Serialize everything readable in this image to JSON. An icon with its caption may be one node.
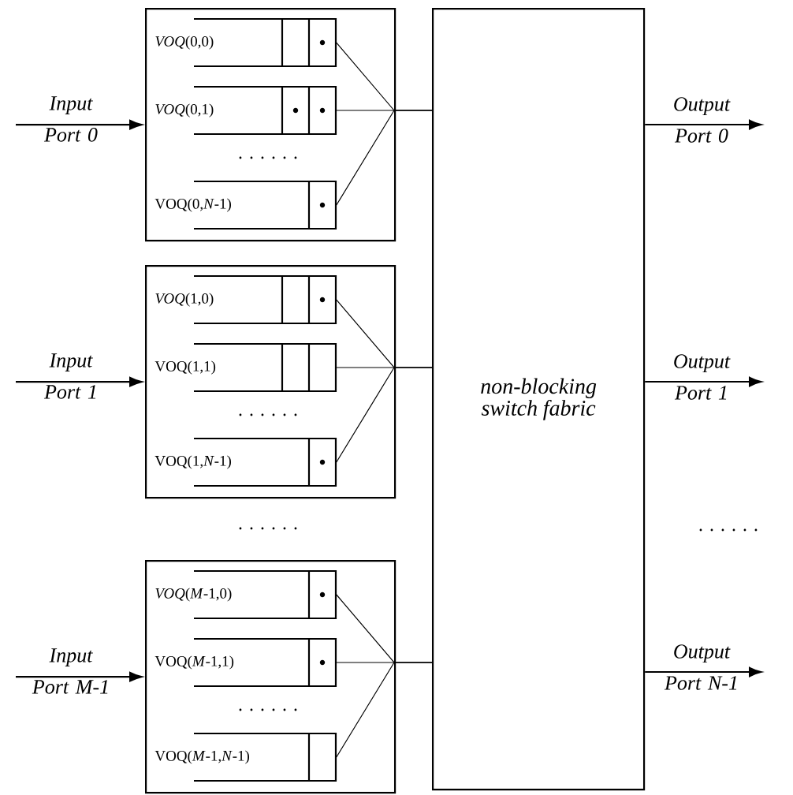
{
  "diagram": {
    "nodes": [
      {
        "text": [],
        "shape": "box"
      },
      {
        "text": [
          "*VOQ*(0,0)"
        ],
        "in": 0
      },
      {
        "text": [
          "*VOQ*(0,1)"
        ],
        "in": 0
      },
      {
        "text": [
          "VOQ(0,*N*-1)"
        ],
        "in": 0
      },
      {
        "text": [],
        "shape": "box"
      },
      {
        "text": [
          "*VOQ*(1,0)"
        ],
        "in": 4
      },
      {
        "text": [
          "VOQ(1,1)"
        ],
        "in": 4
      },
      {
        "text": [
          "VOQ(1,*N*-1)"
        ],
        "in": 4
      },
      {
        "text": [],
        "shape": "box"
      },
      {
        "text": [
          "*VOQ*(*M*-1,0)"
        ],
        "in": 8
      },
      {
        "text": [
          "VOQ(*M*-1,1)"
        ],
        "in": 8
      },
      {
        "text": [
          "VOQ(*M*-1,*N*-1)"
        ],
        "in": 8
      },
      {
        "text": [
          "non-blocking switch fabric"
        ]
      }
    ],
    "edges": [
      {
        "from": null,
        "to": 0,
        "arrow": "to",
        "label": "Input Port 0"
      },
      {
        "from": null,
        "to": 4,
        "arrow": "to",
        "label": "Input Port 1"
      },
      {
        "from": null,
        "to": 8,
        "arrow": "to",
        "label": "Input Port M-1"
      },
      {
        "from": 1,
        "to": 12,
        "arrow": "none"
      },
      {
        "from": 2,
        "to": 12,
        "arrow": "none"
      },
      {
        "from": 3,
        "to": 12,
        "arrow": "none"
      },
      {
        "from": 5,
        "to": 12,
        "arrow": "none"
      },
      {
        "from": 6,
        "to": 12,
        "arrow": "none"
      },
      {
        "from": 7,
        "to": 12,
        "arrow": "none"
      },
      {
        "from": 9,
        "to": 12,
        "arrow": "none"
      },
      {
        "from": 10,
        "to": 12,
        "arrow": "none"
      },
      {
        "from": 11,
        "to": 12,
        "arrow": "none"
      },
      {
        "from": 12,
        "to": null,
        "arrow": "to",
        "label": "Output Port 0"
      },
      {
        "from": 12,
        "to": null,
        "arrow": "to",
        "label": "Output Port 1"
      },
      {
        "from": 12,
        "to": null,
        "arrow": "to",
        "label": "Output Port N-1"
      }
    ],
    "labels": [
      ". . . . . .",
      ". . . . . .",
      ". . . . . .",
      ". . . . . .",
      ". . . . . ."
    ]
  }
}
